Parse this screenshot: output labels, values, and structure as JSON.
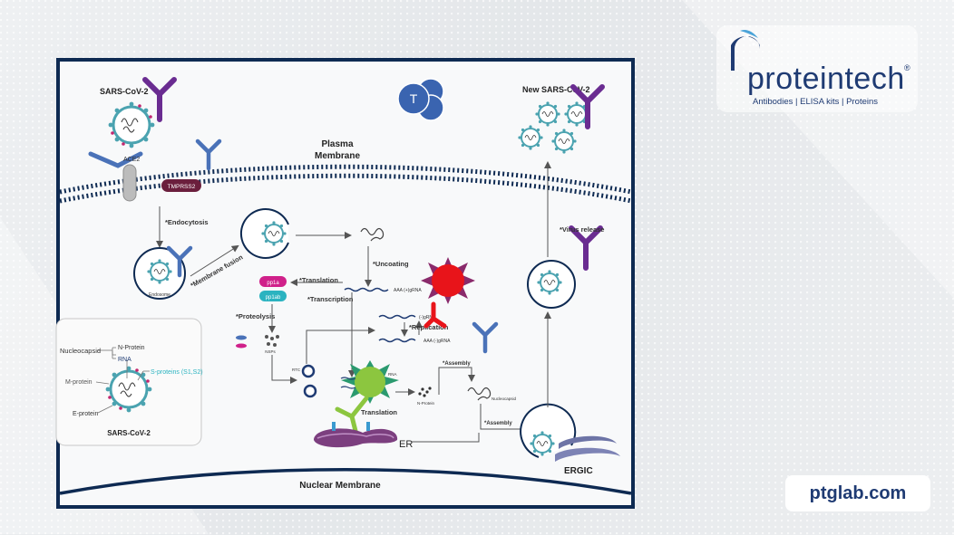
{
  "labels": {
    "sars_cov2_top": "SARS-CoV-2",
    "new_sars_cov2": "New SARS-CoV-2",
    "plasma_membrane": "Plasma\nMembrane",
    "ace2": "ACE2",
    "tmprss2": "TMPRSS2",
    "t_cell": "T",
    "endocytosis": "*Endocytosis",
    "membrane_fusion": "*Membrane fusion",
    "endosome": "Endosome",
    "uncoating": "*Uncoating",
    "translation": "*Translation",
    "transcription": "*Transcription",
    "pp1a": "pp1a",
    "pp1ab": "pp1ab",
    "proteolysis": "*Proteolysis",
    "nsps": "NSPs",
    "rtc": "RTC",
    "aaa_pos": "AAA (+)gRNA",
    "aaa_neg": "AAA (-)gRNA",
    "neg_grna": "(-)gRNA",
    "replication": "*Replication",
    "virus_release": "*Virus release",
    "assembly_1": "*Assembly",
    "assembly_2": "*Assembly",
    "nucleocapsid": "Nucleocapsid",
    "n_protein": "N-Protein",
    "translation_2": "Translation",
    "rna_small": "RNA",
    "er": "ER",
    "ergic": "ERGIC",
    "nuclear_membrane": "Nuclear Membrane",
    "legend_nucleocapsid": "Nucleocapsid",
    "legend_n_protein": "N-Protein",
    "legend_rna": "RNA",
    "legend_m_protein": "M-protein",
    "legend_s_proteins": "S-proteins (S1,S2)",
    "legend_e_protein": "E-protein",
    "legend_title": "SARS-CoV-2"
  },
  "brand": {
    "name": "proteintech",
    "registered": "®",
    "tagline": "Antibodies  |  ELISA kits  |  Proteins",
    "website": "ptglab.com"
  },
  "colors": {
    "navy": "#1f3b73",
    "frame": "#0e2a52",
    "virus_teal": "#4ba3b0",
    "antibody_purple": "#6a2c91",
    "antibody_blue": "#4a72b8",
    "red_cell": "#e8141a",
    "green_cell": "#8cc63f",
    "er_purple": "#7c3f7f",
    "tmprss2": "#6b1f3d",
    "pp1a": "#d0218a",
    "pp1ab": "#2bb3c0"
  }
}
